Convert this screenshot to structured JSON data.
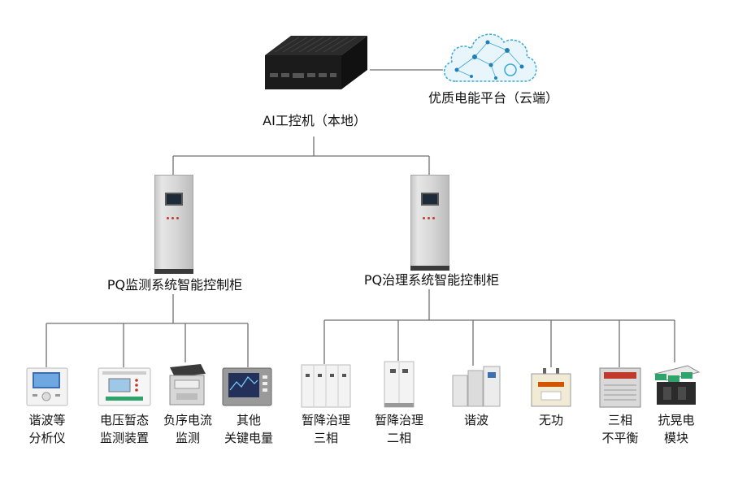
{
  "ai_pc": {
    "label": "AI工控机（本地）"
  },
  "cloud": {
    "label": "优质电能平台（云端）",
    "accent": "#3aa7d9"
  },
  "monitor_cabinet": {
    "label": "PQ监测系统智能控制柜",
    "devices": [
      {
        "lines": [
          "谐波等",
          "分析仪"
        ]
      },
      {
        "lines": [
          "电压暂态",
          "监测装置"
        ]
      },
      {
        "lines": [
          "负序电流",
          "监测"
        ]
      },
      {
        "lines": [
          "其他",
          "关键电量"
        ]
      }
    ]
  },
  "governance_cabinet": {
    "label": "PQ治理系统智能控制柜",
    "devices": [
      {
        "lines": [
          "暂降治理",
          "三相"
        ]
      },
      {
        "lines": [
          "暂降治理",
          "二相"
        ]
      },
      {
        "lines": [
          "谐波"
        ]
      },
      {
        "lines": [
          "无功"
        ]
      },
      {
        "lines": [
          "三相",
          "不平衡"
        ]
      },
      {
        "lines": [
          "抗晃电",
          "模块"
        ]
      }
    ]
  },
  "colors": {
    "line": "#6f6f6f",
    "cabinet": "#d6d6d6",
    "cabinet_base": "#3a3a3a"
  }
}
